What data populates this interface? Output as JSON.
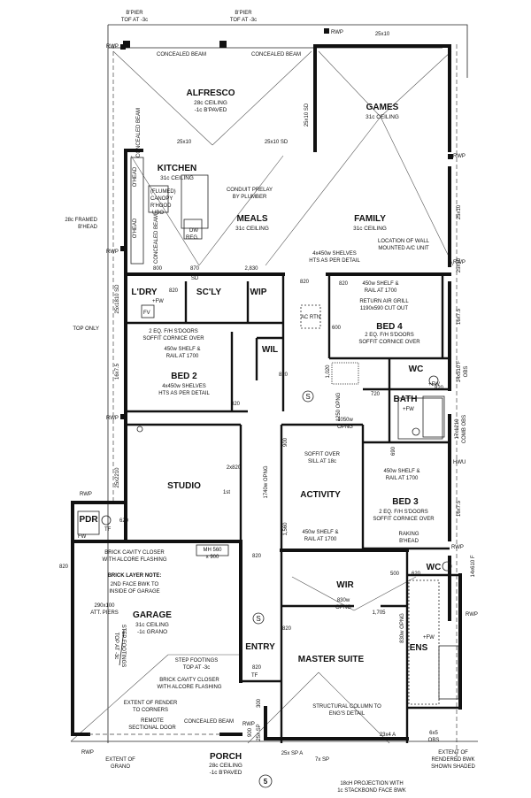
{
  "rooms": {
    "alfresco": "ALFRESCO",
    "alfresco_sub1": "28c CEILING",
    "alfresco_sub2": "-1c B'PAVED",
    "games": "GAMES",
    "games_sub": "31c CEILING",
    "kitchen": "KITCHEN",
    "kitchen_sub": "31c CEILING",
    "meals": "MEALS",
    "meals_sub": "31c CEILING",
    "family": "FAMILY",
    "family_sub": "31c CEILING",
    "ldry": "L'DRY",
    "sclly": "SC'LY",
    "wip": "WIP",
    "wil": "WIL",
    "bed4": "BED 4",
    "bed2": "BED 2",
    "bed3": "BED 3",
    "bath": "BATH",
    "wc": "WC",
    "studio": "STUDIO",
    "activity": "ACTIVITY",
    "pdr": "PDR",
    "garage": "GARAGE",
    "garage_sub1": "31c CEILING",
    "garage_sub2": "-1c GRANO",
    "entry": "ENTRY",
    "wir": "WIR",
    "master": "MASTER SUITE",
    "ens": "ENS",
    "porch": "PORCH",
    "porch_sub1": "28c CEILING",
    "porch_sub2": "-1c B'PAVED"
  },
  "notes": {
    "bpier_left": "B'PIER",
    "tof_left": "TOF AT -3c",
    "bpier_mid": "B'PIER",
    "tof_mid": "TOF AT -3c",
    "concealed_beam_1": "CONCEALED BEAM",
    "concealed_beam_2": "CONCEALED BEAM",
    "concealed_beam_vert": "CONCEALED BEAM",
    "framed_bhead": "28c FRAMED",
    "framed_bhead2": "B'HEAD",
    "concealed_beam_k": "CONCEALED BEAM",
    "flumed": "(FLUMED)",
    "canopy": "CANOPY",
    "rhood": "R'HOOD",
    "ubo": "UBO",
    "conduit": "CONDUIT PRELAY",
    "conduit2": "BY PLUMBER",
    "ohead": "O'HEAD",
    "ohead2": "O'HEAD",
    "dw": "DW",
    "reg": "REG.",
    "shelves_hts": "4x450w SHELVES",
    "shelves_hts2": "HTS AS PER DETAIL",
    "wall_loc": "LOCATION OF WALL",
    "wall_loc2": "MOUNTED A/C UNIT",
    "top_only": "TOP ONLY",
    "shelf_bed4": "450w SHELF &",
    "rail_bed4": "RAIL AT 1700",
    "return_grill": "RETURN AIR GRILL",
    "cutout": "1190x590 CUT OUT",
    "ac_rtn": "AC RTN",
    "bed4_doors": "2 EQ. F/H S'DOORS",
    "bed4_soffit": "SOFFIT CORNICE OVER",
    "bed2_doors": "2 EQ. F/H S'DOORS",
    "bed2_soffit": "SOFFIT CORNICE OVER",
    "bed2_shelf": "450w SHELF &",
    "bed2_rail": "RAIL AT 1700",
    "bed2_shelves": "4x450w SHELVES",
    "bed2_hts": "HTS AS PER DETAIL",
    "soffit_over": "SOFFIT OVER",
    "sill": "SILL AT 18c",
    "bed3_shelf": "450w SHELF &",
    "bed3_rail": "RAIL AT 1700",
    "bed3_doors": "2 EQ. F/H S'DOORS",
    "bed3_soffit": "SOFFIT CORNICE OVER",
    "act_shelf": "450w SHELF &",
    "act_rail": "RAIL AT 1700",
    "raking": "RAKING",
    "raking2": "B'HEAD",
    "brick_cavity": "BRICK CAVITY CLOSER",
    "alcore": "WITH ALCORE FLASHING",
    "brick_note": "BRICK LAYER NOTE:",
    "brick_note2": "2ND FACE BWK TO",
    "brick_note3": "INSIDE OF GARAGE",
    "att_piers": "290x100",
    "att_piers2": "ATT. PIERS",
    "step_footings": "STEP FOOTINGS",
    "step_footings2": "TOP AT -3c",
    "step_footings_v": "STEP FOOTINGS",
    "step_footings_v2": "TOP AT -3c",
    "brick_cavity2": "BRICK CAVITY CLOSER",
    "alcore2": "WITH ALCORE FLASHING",
    "render": "EXTENT OF RENDER",
    "render2": "TO CORNERS",
    "remote": "REMOTE",
    "remote2": "SECTIONAL DOOR",
    "concealed_beam_p": "CONCEALED BEAM",
    "grano": "EXTENT OF",
    "grano2": "GRANO",
    "structural": "STRUCTURAL COLUMN TO",
    "structural2": "ENG'S DETAIL",
    "projection": "18cH PROJECTION WITH",
    "projection2": "1c STACKBOND FACE BWK",
    "rendered": "EXTENT OF",
    "rendered2": "RENDERED BWK",
    "rendered3": "SHOWN SHADED",
    "mh": "MH 560",
    "mh2": "x 900",
    "combobs": "COMB OBS",
    "obs": "OBS",
    "fw": "FW",
    "fw2": "+FW",
    "tf": "TF",
    "fv": "FV",
    "hwu": "HWU",
    "rwp": "RWP",
    "s": "S",
    "page": "5",
    "first": "1st"
  },
  "dims": {
    "d1": "25x10",
    "d2": "25x10 SD",
    "d3": "25x10",
    "d4": "25x10 SD",
    "d5": "25x10",
    "d6": "25x10",
    "d7": "16x7.5",
    "d8": "25x1810 SD",
    "d9": "16x7.5",
    "d10": "14x510 F",
    "d11": "17x1210",
    "d12": "16x7.5",
    "d13": "25x2210",
    "d14": "14x610 F",
    "d15": "800",
    "d16": "870",
    "d17": "SD",
    "d18": "2,830",
    "d19": "820",
    "d20": "820",
    "d21": "820",
    "d22": "820",
    "d23": "600",
    "d24": "1,020",
    "d25": "720",
    "d26": "820",
    "d27": "1250 OPNG",
    "d28": "1050w",
    "d29": "OPNG",
    "d30": "690",
    "d31": "900",
    "d32": "2x820",
    "d33": "1740w OPNG",
    "d34": "1,560",
    "d35": "620",
    "d36": "820",
    "d37": "500",
    "d38": "620",
    "d39": "830w",
    "d40": "OPNG",
    "d41": "1,705",
    "d42": "830w OPNG",
    "d43": "820",
    "d44": "820",
    "d45": "820",
    "d46": "300",
    "d47": "25x SP",
    "d48": "900",
    "d49": "25x SP A",
    "d50": "7x SP",
    "d51": "23x4 A",
    "d52": "6x5",
    "d53": "OBS",
    "d54": "820"
  }
}
